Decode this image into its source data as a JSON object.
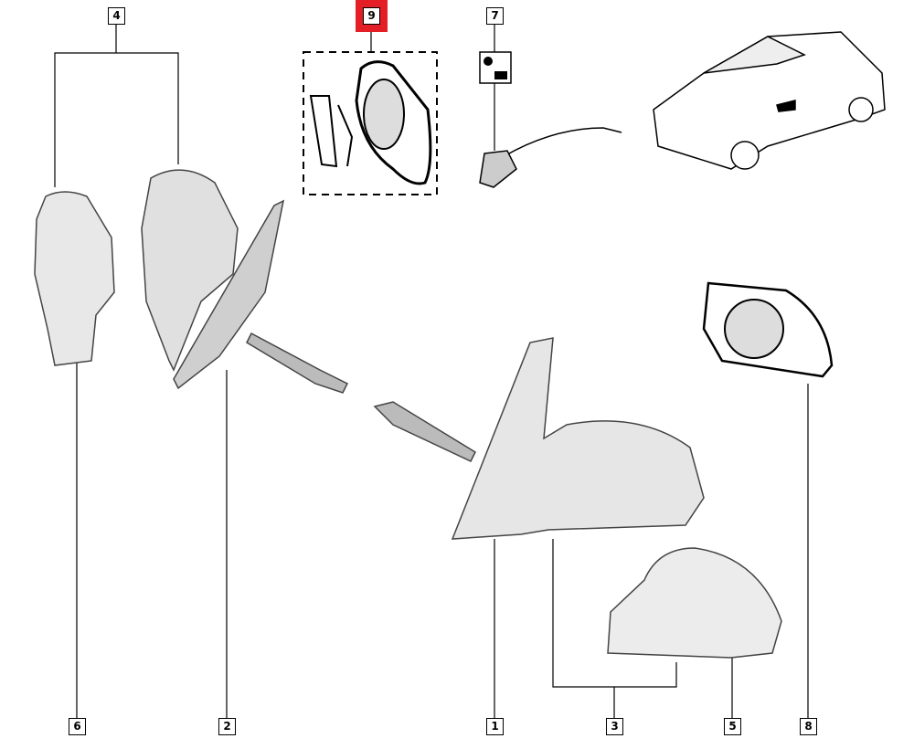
{
  "title": "Exterior mirror parts diagram",
  "highlight_color": "#e31e24",
  "callouts": {
    "c4": "4",
    "c9": "9",
    "c7": "7",
    "c6": "6",
    "c2": "2",
    "c1": "1",
    "c3": "3",
    "c5": "5",
    "c8": "8"
  },
  "highlighted_part": "9"
}
